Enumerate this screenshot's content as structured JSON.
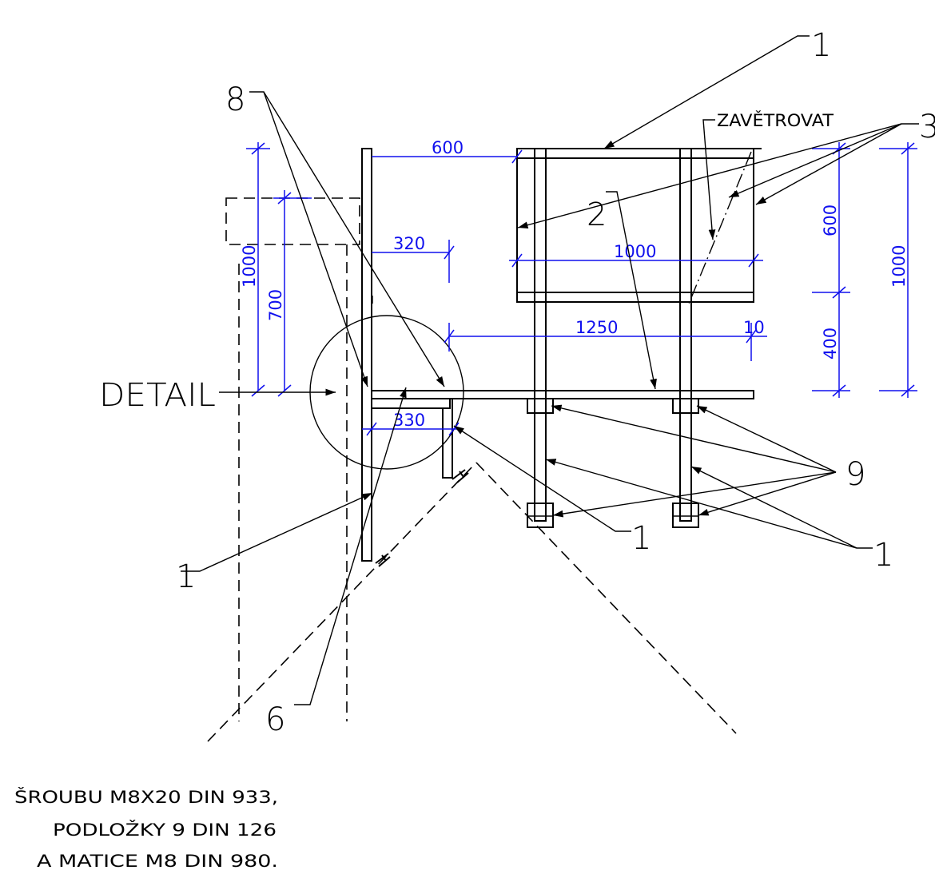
{
  "callouts": {
    "c1_top": "1",
    "c8": "8",
    "c3": "3",
    "c2": "2",
    "c9": "9",
    "c1_mid": "1",
    "c1_right": "1",
    "c1_left": "1",
    "c6": "6",
    "detail": "DETAIL"
  },
  "annotation": {
    "zavetrovat": "ZAVĚTROVAT"
  },
  "dimensions": {
    "d600_h": "600",
    "d320": "320",
    "d1000_h": "1000",
    "d1250": "1250",
    "d10": "10",
    "d330": "330",
    "d1000_v_left": "1000",
    "d700": "700",
    "d600_v": "600",
    "d400": "400",
    "d1000_v_right": "1000"
  },
  "notes": {
    "line1": "ŠROUBU M8X20 DIN 933,",
    "line2": "PODLOŽKY 9 DIN 126",
    "line3": "A MATICE M8 DIN 980."
  }
}
